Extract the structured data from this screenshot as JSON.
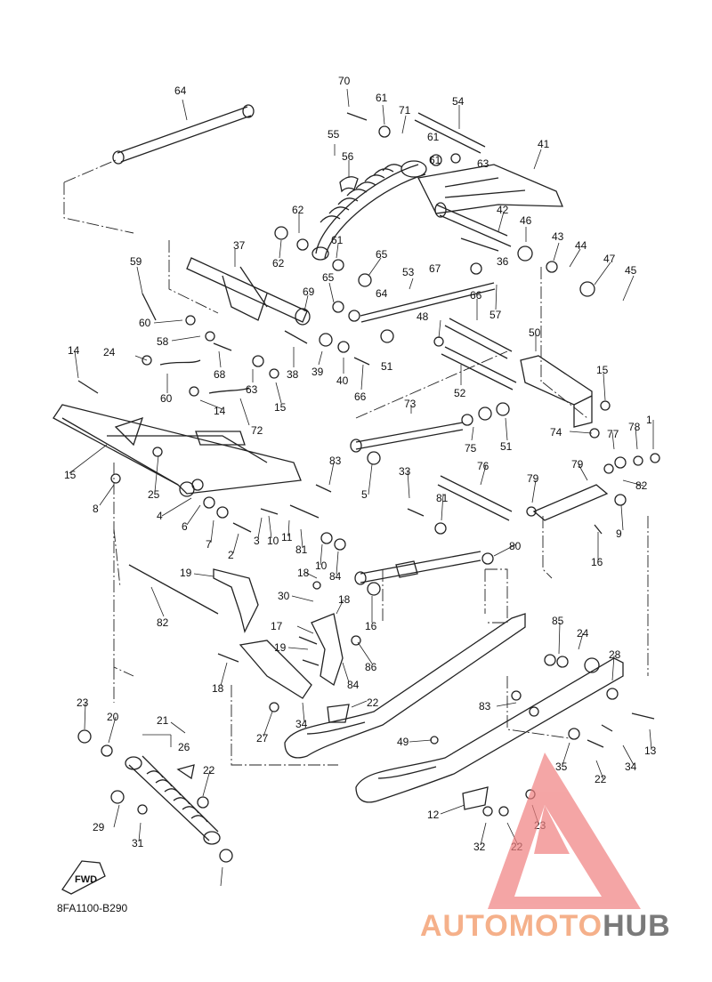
{
  "diagram": {
    "code": "8FA1100-B290",
    "fwd_label": "FWD",
    "watermark": {
      "part1": "AUTOMOTO",
      "part2": "HUB",
      "color1": "#f5b08a",
      "color2": "#7a7a7a",
      "logo_color": "#f08080"
    },
    "callouts": [
      "64",
      "70",
      "61",
      "71",
      "54",
      "55",
      "56",
      "61",
      "63",
      "41",
      "61",
      "42",
      "46",
      "43",
      "44",
      "47",
      "45",
      "62",
      "61",
      "62",
      "65",
      "67",
      "36",
      "37",
      "69",
      "65",
      "64",
      "53",
      "66",
      "57",
      "59",
      "60",
      "58",
      "68",
      "38",
      "39",
      "40",
      "66",
      "51",
      "48",
      "50",
      "52",
      "15",
      "24",
      "14",
      "60",
      "63",
      "15",
      "14",
      "72",
      "73",
      "75",
      "51",
      "74",
      "77",
      "78",
      "1",
      "15",
      "25",
      "8",
      "83",
      "33",
      "76",
      "79",
      "79",
      "82",
      "5",
      "4",
      "6",
      "7",
      "2",
      "3",
      "10",
      "11",
      "81",
      "81",
      "9",
      "10",
      "84",
      "80",
      "16",
      "19",
      "18",
      "30",
      "82",
      "16",
      "18",
      "17",
      "19",
      "86",
      "85",
      "24",
      "18",
      "84",
      "28",
      "22",
      "23",
      "20",
      "21",
      "26",
      "27",
      "34",
      "83",
      "13",
      "49",
      "34",
      "35",
      "22",
      "22",
      "29",
      "12",
      "23",
      "31",
      "32",
      "22"
    ]
  }
}
